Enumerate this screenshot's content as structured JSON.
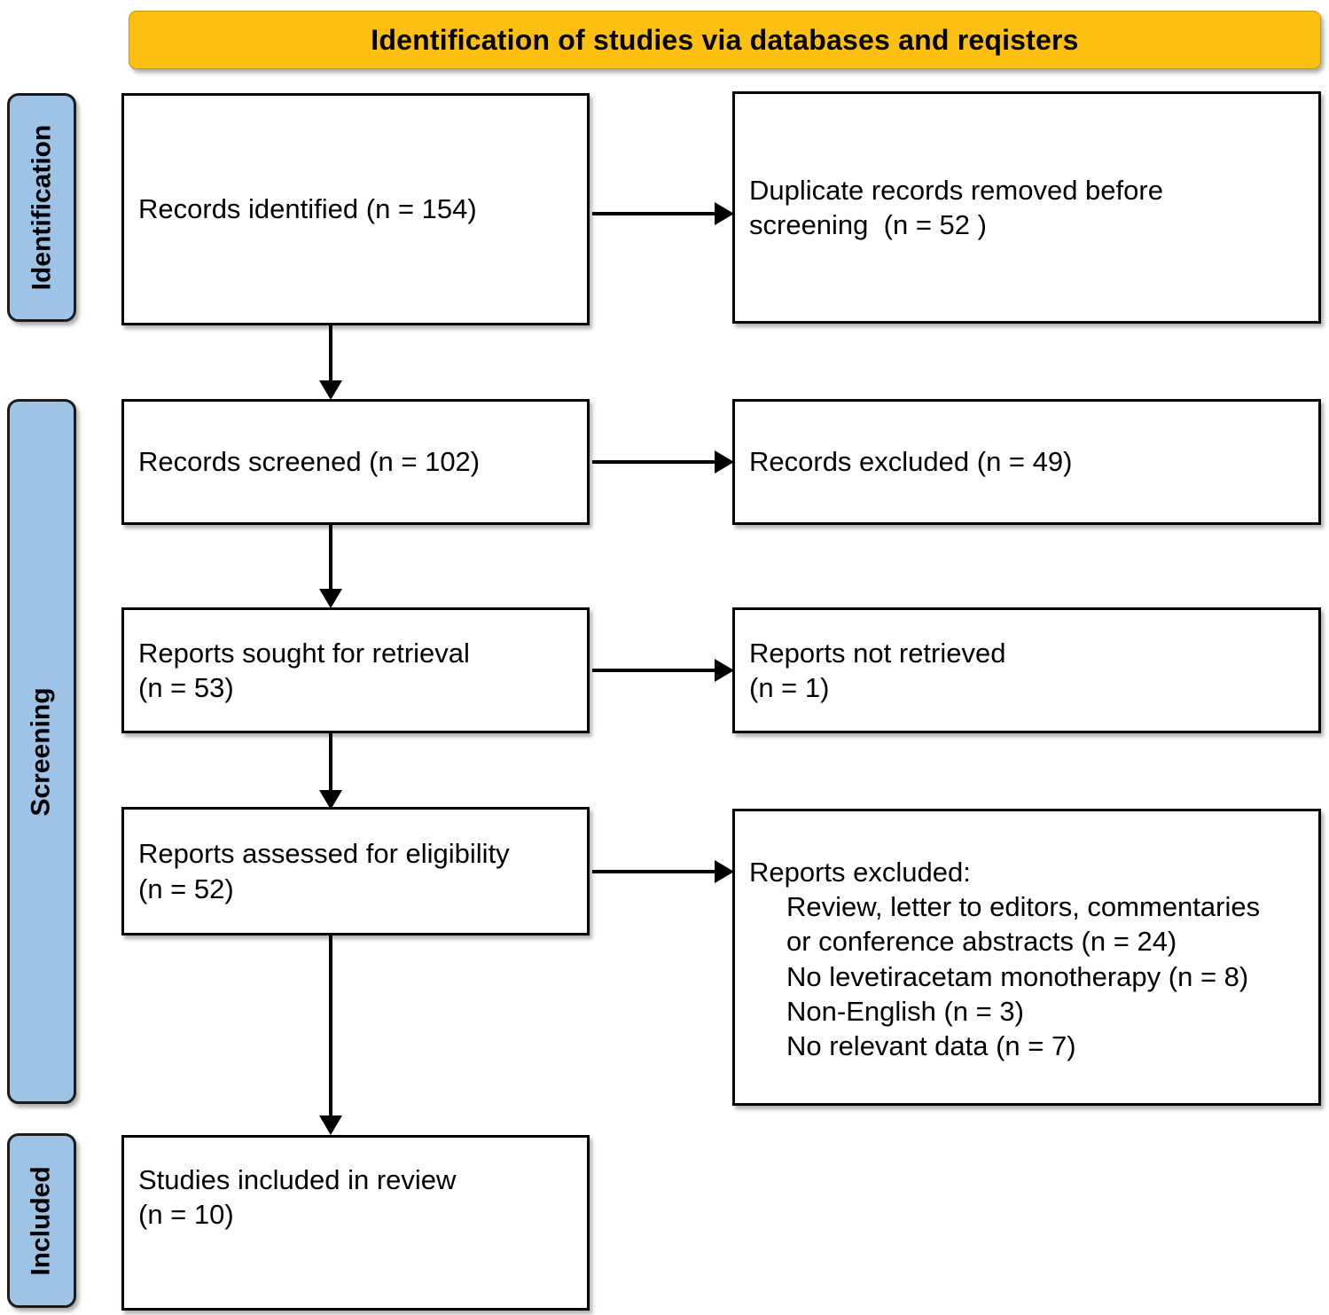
{
  "banner": {
    "title": "Identification of studies via databases and reqisters",
    "bg_color": "#FDC010",
    "text_color": "#000000"
  },
  "stages": [
    {
      "id": "identification",
      "label": "Identification",
      "bg_color": "#9DC3E6"
    },
    {
      "id": "screening",
      "label": "Screening",
      "bg_color": "#9DC3E6"
    },
    {
      "id": "included",
      "label": "Included",
      "bg_color": "#9DC3E6"
    }
  ],
  "boxes": {
    "records_identified": {
      "lines": [
        "Records identified (n = 154)"
      ]
    },
    "duplicates_removed": {
      "lines": [
        "Duplicate records removed before",
        "screening  (n = 52 )"
      ]
    },
    "records_screened": {
      "lines": [
        "Records screened (n = 102)"
      ]
    },
    "records_excluded": {
      "lines": [
        "Records excluded (n = 49)"
      ]
    },
    "reports_sought": {
      "lines": [
        "Reports sought for retrieval",
        "(n = 53)"
      ]
    },
    "reports_not_retrieved": {
      "lines": [
        "Reports not retrieved",
        "(n = 1)"
      ]
    },
    "reports_assessed": {
      "lines": [
        "Reports assessed for eligibility",
        "(n = 52)"
      ]
    },
    "reports_excluded": {
      "heading": "Reports excluded:",
      "reasons": [
        "Review, letter to editors, commentaries",
        "or conference abstracts (n = 24)",
        "No levetiracetam monotherapy (n = 8)",
        "Non-English (n = 3)",
        "No relevant data (n = 7)"
      ]
    },
    "studies_included": {
      "lines": [
        "Studies included in review",
        "(n = 10)"
      ]
    }
  },
  "flow_data": {
    "type": "prisma-flow",
    "identified": 154,
    "duplicates_removed": 52,
    "screened": 102,
    "excluded_at_screening": 49,
    "sought_for_retrieval": 53,
    "not_retrieved": 1,
    "assessed_for_eligibility": 52,
    "excluded_reasons": [
      {
        "reason": "Review, letter to editors, commentaries or conference abstracts",
        "n": 24
      },
      {
        "reason": "No levetiracetam monotherapy",
        "n": 8
      },
      {
        "reason": "Non-English",
        "n": 3
      },
      {
        "reason": "No relevant data",
        "n": 7
      }
    ],
    "included_in_review": 10
  }
}
